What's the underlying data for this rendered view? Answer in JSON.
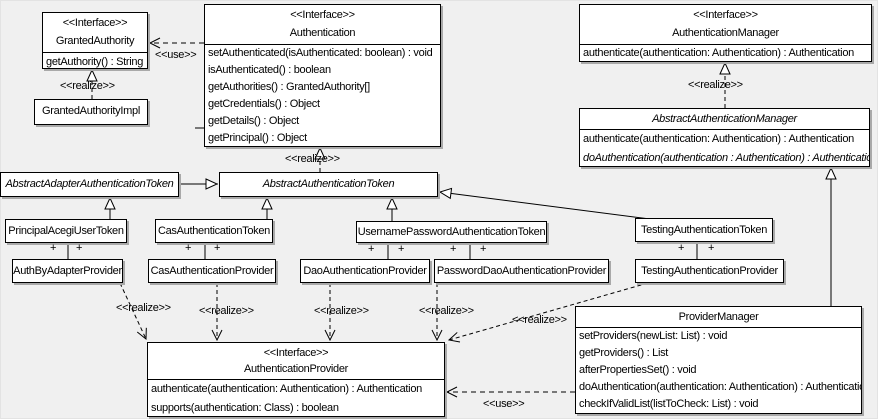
{
  "labels": {
    "interface_stereotype": "<<Interface>>",
    "realize": "<<realize>>",
    "use": "<<use>>",
    "plus": "+"
  },
  "colors": {
    "background": "#f0f0f0",
    "box_fill": "#ffffff",
    "box_border": "#000000",
    "box_shadow": "#a9a9a9",
    "text": "#000000"
  },
  "classes": {
    "granted_authority": {
      "stereotype": "<<Interface>>",
      "name": "GrantedAuthority",
      "methods": [
        "getAuthority() : String"
      ]
    },
    "granted_authority_impl": {
      "name": "GrantedAuthorityImpl"
    },
    "authentication": {
      "stereotype": "<<Interface>>",
      "name": "Authentication",
      "methods": [
        "setAuthenticated(isAuthenticated: boolean) : void",
        "isAuthenticated() : boolean",
        "getAuthorities() : GrantedAuthority[]",
        "getCredentials() : Object",
        "getDetails() : Object",
        "getPrincipal() : Object"
      ]
    },
    "authentication_manager": {
      "stereotype": "<<Interface>>",
      "name": "AuthenticationManager",
      "methods": [
        "authenticate(authentication: Authentication) : Authentication"
      ]
    },
    "abstract_authentication_manager": {
      "name": "AbstractAuthenticationManager",
      "methods": [
        "authenticate(authentication: Authentication) : Authentication",
        "doAuthentication(authentication : Authentication) : Authentication"
      ]
    },
    "abstract_adapter_authentication_token": {
      "name": "AbstractAdapterAuthenticationToken"
    },
    "abstract_authentication_token": {
      "name": "AbstractAuthenticationToken"
    },
    "principal_acegi_user_token": {
      "name": "PrincipalAcegiUserToken"
    },
    "cas_authentication_token": {
      "name": "CasAuthenticationToken"
    },
    "username_password_authentication_token": {
      "name": "UsernamePasswordAuthenticationToken"
    },
    "testing_authentication_token": {
      "name": "TestingAuthenticationToken"
    },
    "auth_by_adapter_provider": {
      "name": "AuthByAdapterProvider"
    },
    "cas_authentication_provider": {
      "name": "CasAuthenticationProvider"
    },
    "dao_authentication_provider": {
      "name": "DaoAuthenticationProvider"
    },
    "password_dao_authentication_provider": {
      "name": "PasswordDaoAuthenticationProvider"
    },
    "testing_authentication_provider": {
      "name": "TestingAuthenticationProvider"
    },
    "authentication_provider": {
      "stereotype": "<<Interface>>",
      "name": "AuthenticationProvider",
      "methods": [
        "authenticate(authentication: Authentication) : Authentication",
        "supports(authentication: Class) : boolean"
      ]
    },
    "provider_manager": {
      "name": "ProviderManager",
      "methods": [
        "setProviders(newList: List) : void",
        "getProviders() : List",
        "afterPropertiesSet() : void",
        "doAuthentication(authentication: Authentication) : Authentication",
        "checkIfValidList(listToCheck: List) : void"
      ]
    }
  }
}
